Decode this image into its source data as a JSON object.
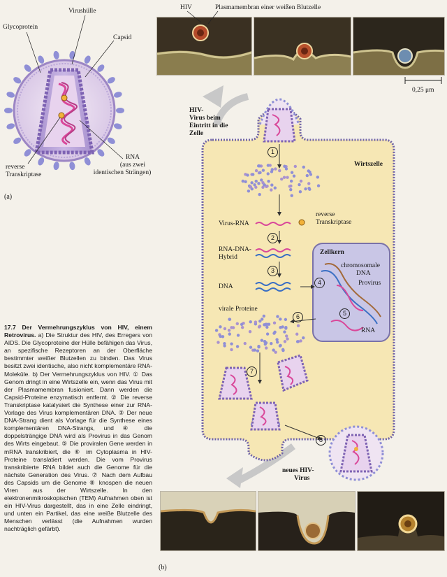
{
  "figure_a": {
    "labels": {
      "glycoprotein": "Glycoprotein",
      "virus_envelope": "Virushülle",
      "capsid": "Capsid",
      "rna": "RNA",
      "rna_note_line1": "(aus zwei",
      "rna_note_line2": "identischen Strängen)",
      "reverse": "reverse",
      "transcriptase": "Transkriptase"
    },
    "letter": "(a)"
  },
  "tem_top": {
    "hiv_label": "HIV",
    "membrane_label": "Plasmamembran einer weißen Blutzelle",
    "scale_label": "0,25 μm"
  },
  "cycle": {
    "entry_label_line1": "HIV-",
    "entry_label_line2": "Virus beim",
    "entry_label_line3": "Eintritt in die",
    "entry_label_line4": "Zelle",
    "host_cell": "Wirtszelle",
    "virus_rna": "Virus-RNA",
    "rt_line1": "reverse",
    "rt_line2": "Transkriptase",
    "hybrid_line1": "RNA-DNA-",
    "hybrid_line2": "Hybrid",
    "dna": "DNA",
    "nucleus": "Zellkern",
    "chromosomal_line1": "chromosomale",
    "chromosomal_line2": "DNA",
    "provirus": "Provirus",
    "rna": "RNA",
    "viral_proteins": "virale Proteine",
    "new_virus_line1": "neues HIV-",
    "new_virus_line2": "Virus",
    "steps": [
      "1",
      "2",
      "3",
      "4",
      "5",
      "6",
      "7",
      "8"
    ],
    "letter": "(b)"
  },
  "caption": {
    "title": "17.7 Der Vermehrungszyklus von HIV, einem Retrovirus.",
    "body": " a) Die Struktur des HIV, des Erregers von AIDS. Die Glycoproteine der Hülle befähigen das Virus, an spezifische Rezeptoren an der Oberfläche bestimmter weißer Blutzellen zu binden. Das Virus besitzt zwei identische, also nicht komplementäre RNA-Moleküle. b) Der Vermehrungszyklus von HIV. ① Das Genom dringt in eine Wirtszelle ein, wenn das Virus mit der Plasmamembran fusioniert. Dann werden die Capsid-Proteine enzymatisch entfernt. ② Die reverse Transkriptase katalysiert die Synthese einer zur RNA-Vorlage des Virus komplementären DNA. ③ Der neue DNA-Strang dient als Vorlage für die Synthese eines komplementären DNA-Strangs, und ④ die doppelsträngige DNA wird als Provirus in das Genom des Wirts eingebaut. ⑤ Die proviralen Gene werden in mRNA transkribiert, die ⑥ im Cytoplasma in HIV-Proteine translatiert werden. Die vom Provirus transkribierte RNA bildet auch die Genome für die nächste Generation des Virus. ⑦ Nach dem Aufbau des Capsids um die Genome ⑧ knospen die neuen Viren aus der Wirtszelle. In den elektronenmikroskopischen (TEM) Aufnahmen oben ist ein HIV-Virus dargestellt, das in eine Zelle eindringt, und unten ein Partikel, das eine weiße Blutzelle des Menschen verlässt (die Aufnahmen wurden nachträglich gefärbt)."
  },
  "colors": {
    "cell_fill": "#f6e7b4",
    "nucleus_fill": "#c9c6e6",
    "glycoprotein": "#8f8fd6",
    "rna_pink": "#d9489a",
    "dna_blue": "#3a6fc4",
    "dna_brown": "#a36a3a"
  }
}
